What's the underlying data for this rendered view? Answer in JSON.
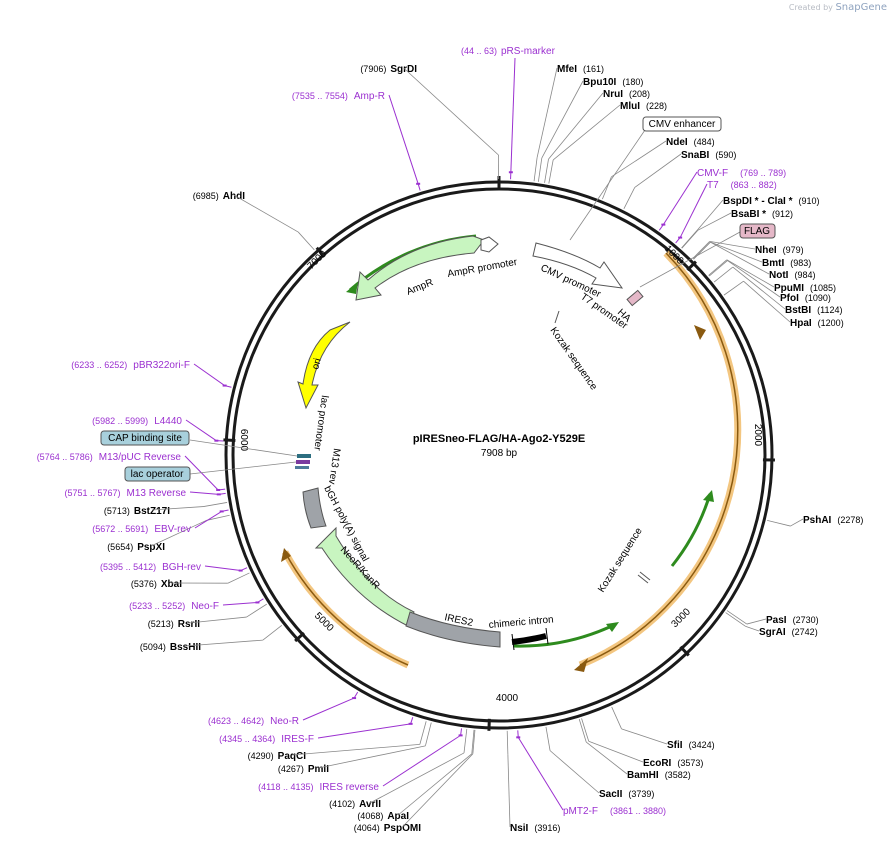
{
  "watermark": {
    "prefix": "Created by",
    "brand": "SnapGene"
  },
  "plasmid": {
    "name": "pIRESneo-FLAG/HA-Ago2-Y529E",
    "length_label": "7908 bp",
    "total": 7908
  },
  "ticks": [
    "1000",
    "2000",
    "3000",
    "4000",
    "5000",
    "6000",
    "7000"
  ],
  "colors": {
    "primer": "#9b30d0",
    "enzyme": "#000000",
    "backbone": "#1a1a1a",
    "orange": "#f0b860",
    "green": "#2e8b1e",
    "greenFill": "#c8f5c0",
    "grey": "#9fa3a8",
    "yellow": "#ffff00",
    "featureBox": "#a8d0dc",
    "flagBox": "#e5b8c8"
  },
  "enzymes": [
    {
      "name": "MfeI",
      "pos": "(161)",
      "ang": 7.3
    },
    {
      "name": "Bpu10I",
      "pos": "(180)",
      "ang": 8.2
    },
    {
      "name": "NruI",
      "pos": "(208)",
      "ang": 9.5
    },
    {
      "name": "MluI",
      "pos": "(228)",
      "ang": 10.4
    },
    {
      "name": "NdeI",
      "pos": "(484)",
      "ang": 22.0
    },
    {
      "name": "SnaBI",
      "pos": "(590)",
      "ang": 26.9
    },
    {
      "name": "BspDI * - ClaI *",
      "pos": "(910)",
      "ang": 41.4
    },
    {
      "name": "BsaBI *",
      "pos": "(912)",
      "ang": 41.5
    },
    {
      "name": "NheI",
      "pos": "(979)",
      "ang": 44.6
    },
    {
      "name": "BmtI",
      "pos": "(983)",
      "ang": 44.8
    },
    {
      "name": "NotI",
      "pos": "(984)",
      "ang": 44.8
    },
    {
      "name": "PpuMI",
      "pos": "(1085)",
      "ang": 49.4
    },
    {
      "name": "PfoI",
      "pos": "(1090)",
      "ang": 49.6
    },
    {
      "name": "BstBI",
      "pos": "(1124)",
      "ang": 51.2
    },
    {
      "name": "HpaI",
      "pos": "(1200)",
      "ang": 54.6
    },
    {
      "name": "PshAI",
      "pos": "(2278)",
      "ang": 103.7
    },
    {
      "name": "PasI",
      "pos": "(2730)",
      "ang": 124.3
    },
    {
      "name": "SgrAI",
      "pos": "(2742)",
      "ang": 124.8
    },
    {
      "name": "SfiI",
      "pos": "(3424)",
      "ang": 155.9
    },
    {
      "name": "EcoRI",
      "pos": "(3573)",
      "ang": 162.6
    },
    {
      "name": "BamHI",
      "pos": "(3582)",
      "ang": 163.1
    },
    {
      "name": "SacII",
      "pos": "(3739)",
      "ang": 170.2
    },
    {
      "name": "NsiI",
      "pos": "(3916)",
      "ang": 178.3
    },
    {
      "name": "PspOMI",
      "pos": "(4064)",
      "ang": 185.0
    },
    {
      "name": "ApaI",
      "pos": "(4068)",
      "ang": 185.2
    },
    {
      "name": "AvrII",
      "pos": "(4102)",
      "ang": 186.7
    },
    {
      "name": "PmlI",
      "pos": "(4267)",
      "ang": 194.2
    },
    {
      "name": "PaqCI",
      "pos": "(4290)",
      "ang": 195.3
    },
    {
      "name": "BssHII",
      "pos": "(5094)",
      "ang": 231.9
    },
    {
      "name": "RsrII",
      "pos": "(5213)",
      "ang": 237.3
    },
    {
      "name": "XbaI",
      "pos": "(5376)",
      "ang": 244.7
    },
    {
      "name": "PspXI",
      "pos": "(5654)",
      "ang": 257.4
    },
    {
      "name": "BstZ17I",
      "pos": "(5713)",
      "ang": 260.1
    },
    {
      "name": "AhdI",
      "pos": "(6985)",
      "ang": 318.0
    },
    {
      "name": "SgrDI",
      "pos": "(7906)",
      "ang": 359.9
    }
  ],
  "primers": [
    {
      "range": "(44 .. 63)",
      "name": "pRS-marker",
      "ang": 2.4
    },
    {
      "range": "(7535 .. 7554)",
      "name": "Amp-R",
      "ang": 343.4
    },
    {
      "range": "(769 .. 789)",
      "name": "CMV-F",
      "ang": 35.5
    },
    {
      "range": "(863 .. 882)",
      "name": "T7",
      "ang": 39.8
    },
    {
      "range": "(6233 .. 6252)",
      "name": "pBR322ori-F",
      "ang": 284.2
    },
    {
      "range": "(5982 .. 5999)",
      "name": "L4440",
      "ang": 272.9
    },
    {
      "range": "(5764 .. 5786)",
      "name": "M13/pUC Reverse",
      "ang": 262.9
    },
    {
      "range": "(5751 .. 5767)",
      "name": "M13 Reverse",
      "ang": 262.0
    },
    {
      "range": "(5672 .. 5691)",
      "name": "EBV-rev",
      "ang": 258.5
    },
    {
      "range": "(5395 .. 5412)",
      "name": "BGH-rev",
      "ang": 245.9
    },
    {
      "range": "(5233 .. 5252)",
      "name": "Neo-F",
      "ang": 238.6
    },
    {
      "range": "(4623 .. 4642)",
      "name": "Neo-R",
      "ang": 210.8
    },
    {
      "range": "(4345 .. 4364)",
      "name": "IRES-F",
      "ang": 198.2
    },
    {
      "range": "(4118 .. 4135)",
      "name": "IRES reverse",
      "ang": 187.8
    },
    {
      "range": "(3861 .. 3880)",
      "name": "pMT2-F",
      "ang": 176.1
    }
  ],
  "boxed_features": [
    {
      "name": "CMV enhancer"
    },
    {
      "name": "FLAG"
    },
    {
      "name": "CAP binding site"
    },
    {
      "name": "lac operator"
    }
  ],
  "inner_labels": {
    "ampr": "AmpR",
    "ampr_promoter": "AmpR promoter",
    "cmv_promoter": "CMV promoter",
    "t7_promoter": "T7 promoter",
    "ha": "HA",
    "kozak_top": "Kozak sequence",
    "kozak_right": "Kozak sequence",
    "ori": "ori",
    "lac_promoter": "lac promoter",
    "m13_rev": "M13 rev",
    "bgh": "bGH poly(A) signal",
    "neor": "NeoR/KanR",
    "ires2": "IRES2",
    "chimeric": "chimeric intron"
  }
}
